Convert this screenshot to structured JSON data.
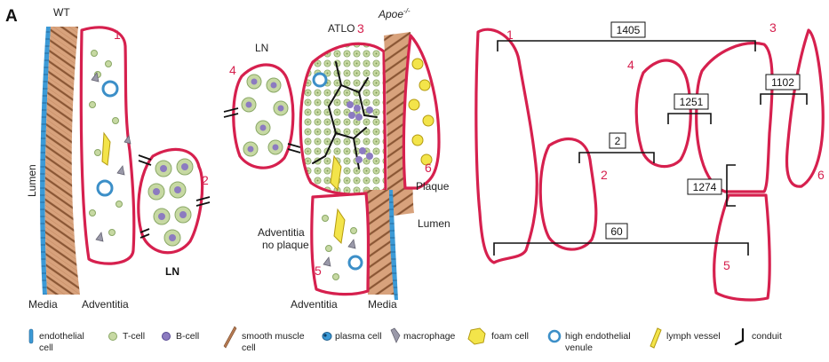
{
  "panel_label": "A",
  "left_diagram": {
    "wt_label": "WT",
    "lumen_label": "Lumen",
    "media_label": "Media",
    "adventitia_label": "Adventitia",
    "ln_label": "LN",
    "region_numbers": [
      "1",
      "2"
    ]
  },
  "middle_diagram": {
    "genotype_label": "Apoe",
    "genotype_superscript": "-/-",
    "atlo_label": "ATLO",
    "ln_label": "LN",
    "plaque_label": "Plaque",
    "lumen_label": "Lumen",
    "adventitia_no_plaque_line1": "Adventitia",
    "adventitia_no_plaque_line2": "no plaque",
    "adventitia_label": "Adventitia",
    "media_label": "Media",
    "region_numbers": [
      "3",
      "4",
      "5",
      "6"
    ]
  },
  "right_diagram": {
    "region_numbers": [
      "1",
      "2",
      "3",
      "4",
      "5",
      "6"
    ],
    "measurements": [
      "1405",
      "1251",
      "1102",
      "2",
      "1274",
      "60"
    ]
  },
  "legend": [
    {
      "icon": "endothelial-cell-icon",
      "label_line1": "endothelial",
      "label_line2": "cell"
    },
    {
      "icon": "t-cell-icon",
      "label_line1": "T-cell",
      "label_line2": ""
    },
    {
      "icon": "b-cell-icon",
      "label_line1": "B-cell",
      "label_line2": ""
    },
    {
      "icon": "smooth-muscle-cell-icon",
      "label_line1": "smooth muscle",
      "label_line2": "cell"
    },
    {
      "icon": "plasma-cell-icon",
      "label_line1": "plasma cell",
      "label_line2": ""
    },
    {
      "icon": "macrophage-icon",
      "label_line1": "macrophage",
      "label_line2": ""
    },
    {
      "icon": "foam-cell-icon",
      "label_line1": "foam cell",
      "label_line2": ""
    },
    {
      "icon": "high-endothelial-venule-icon",
      "label_line1": "high endothelial",
      "label_line2": "venule"
    },
    {
      "icon": "lymph-vessel-icon",
      "label_line1": "lymph vessel",
      "label_line2": ""
    },
    {
      "icon": "conduit-icon",
      "label_line1": "conduit",
      "label_line2": ""
    }
  ],
  "colors": {
    "outline": "#d6204e",
    "tcell": "#b9cf94",
    "bcell": "#8c7bc0",
    "muscle": "#b57a52",
    "endothelial": "#3c9ad6",
    "foam": "#f3e44a",
    "venule": "#3c8fc8"
  }
}
